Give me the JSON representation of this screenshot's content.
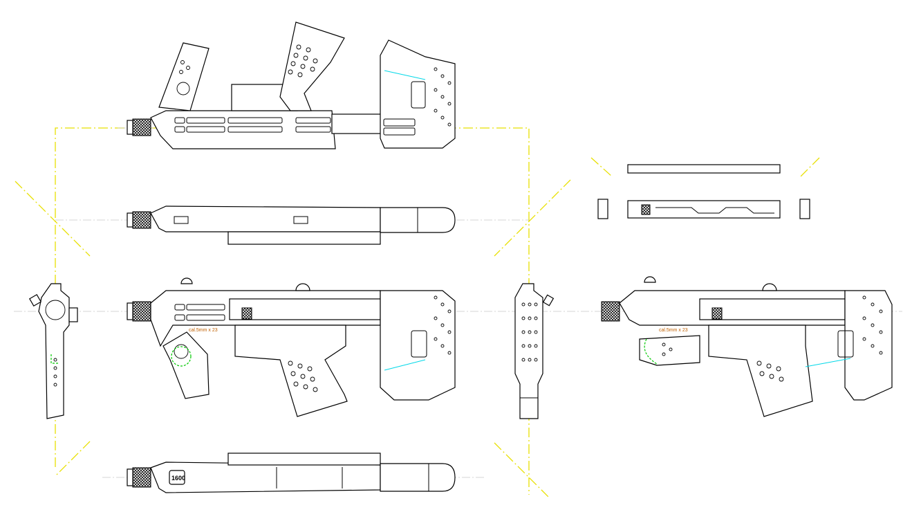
{
  "drawing": {
    "caliber_label_left": "cal.5mm x 23",
    "caliber_label_right": "cal.5mm x 23",
    "bottom_view_marking": "1600",
    "colors": {
      "outline": "#000000",
      "projection_lines": "#e8e000",
      "centerlines": "#c8c8c8",
      "construction": "#00d8e8",
      "hidden": "#00c800",
      "dimension_text": "#c06000"
    }
  }
}
